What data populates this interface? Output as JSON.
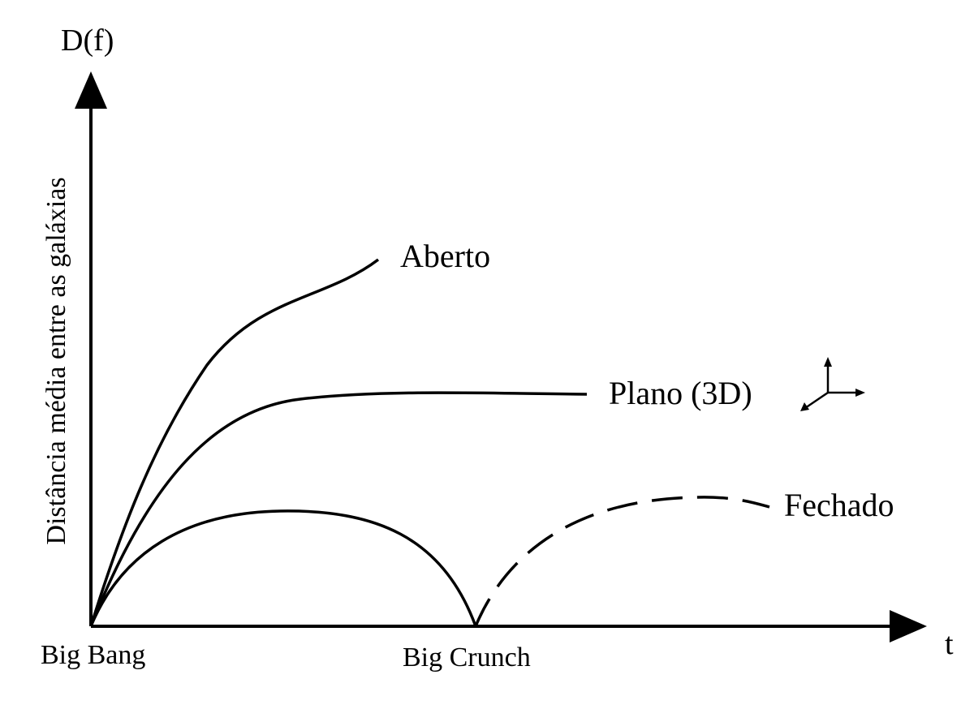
{
  "diagram": {
    "y_axis_symbol": "D(f)",
    "y_axis_label": "Distância média entre as galáxias",
    "x_axis_symbol": "t",
    "x_marks": {
      "origin": "Big Bang",
      "crunch": "Big Crunch"
    },
    "curves": {
      "open": "Aberto",
      "flat": "Plano (3D)",
      "closed": "Fechado"
    },
    "icons": {
      "axes_3d": "three-axes-icon"
    },
    "colors": {
      "ink": "#000000",
      "background": "#ffffff"
    }
  }
}
